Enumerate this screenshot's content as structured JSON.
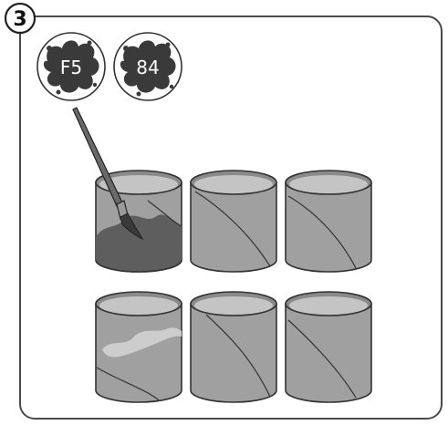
{
  "step": {
    "number": "3"
  },
  "paint_swatches": [
    {
      "label": "F5",
      "color": "#3a3a3a"
    },
    {
      "label": "84",
      "color": "#3a3a3a"
    }
  ],
  "colors": {
    "frame": "#4a4a4a",
    "tube_body": "#a0a0a0",
    "tube_rim_inner": "#c4c4c4",
    "tube_rim_dark": "#8a8a8a",
    "paint_dark": "#5e5e5e",
    "paint_light": "#cdcdcd",
    "brush_handle": "#6a6a6a",
    "brush_bristles": "#3a3a3a"
  },
  "cardboard_tubes": [
    {
      "position": "row-1-col-1",
      "state": "paint-applied-dark"
    },
    {
      "position": "row-1-col-2",
      "state": "unpainted"
    },
    {
      "position": "row-1-col-3",
      "state": "unpainted"
    },
    {
      "position": "row-2-col-1",
      "state": "painted-with-light-patch"
    },
    {
      "position": "row-2-col-2",
      "state": "unpainted"
    },
    {
      "position": "row-2-col-3",
      "state": "unpainted"
    }
  ]
}
